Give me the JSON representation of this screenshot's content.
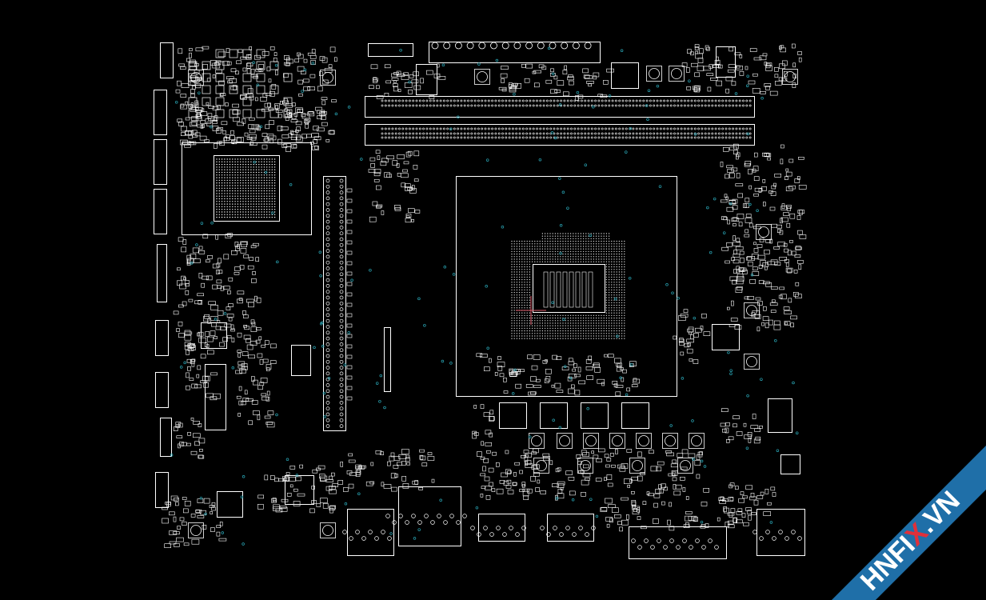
{
  "viewer": {
    "background_color": "#000000",
    "outline_color": "#ffffff",
    "via_color": "#2aa8b8",
    "marker_color": "#e05a6a"
  },
  "watermark": {
    "text_before": "HNFI",
    "highlight": "X",
    "text_after": ".VN",
    "banner_color": "#1f6fa8",
    "text_color": "#ffffff",
    "highlight_color": "#e0303a"
  }
}
